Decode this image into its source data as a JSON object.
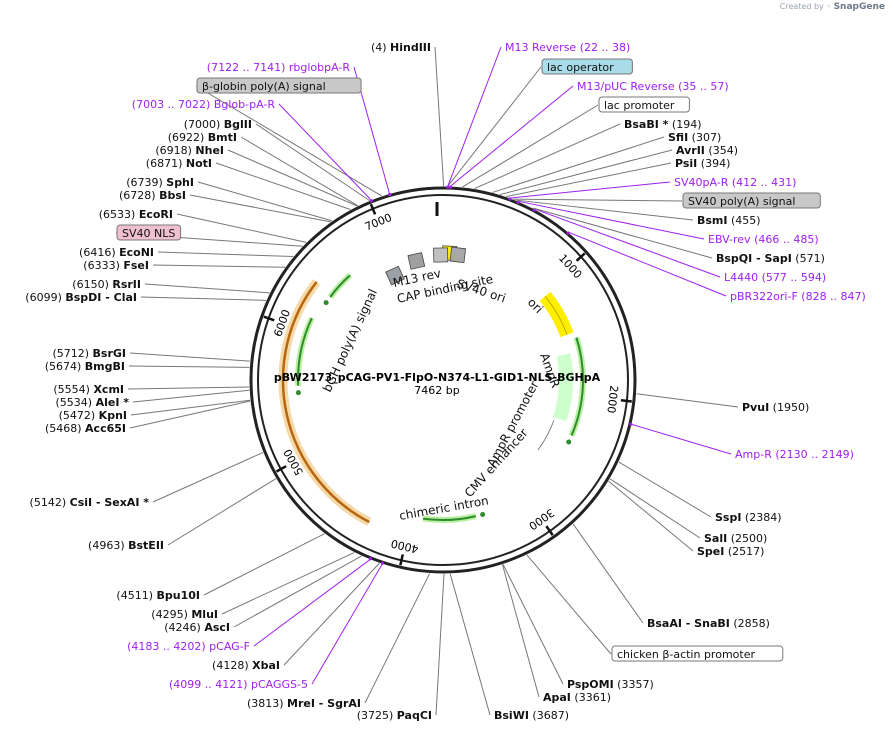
{
  "credit": {
    "prefix": "Created by",
    "brand": "SnapGene"
  },
  "title": "pBW2173_pCAG-PV1-FlpO-N374-L1-GID1-NLS-BGHpA",
  "length": "7462 bp",
  "total_bp": 7462,
  "ticks": [
    "1000",
    "2000",
    "3000",
    "4000",
    "5000",
    "6000",
    "7000"
  ],
  "colors": {
    "primer": "#a020f0",
    "backbone": "#222222",
    "ori": "#ffee00",
    "ampr": "#ccffcc",
    "cds_arrow": "#2e8b2e",
    "label_box_grey": "#c8c8c8",
    "label_box_blue": "#a8dce8",
    "label_box_pink": "#f0c0d0"
  },
  "enzymes": [
    {
      "name": "HindIII",
      "pos": "(4)"
    },
    {
      "name": "BglII",
      "pos": "(7000)"
    },
    {
      "name": "BmtI",
      "pos": "(6922)"
    },
    {
      "name": "NheI",
      "pos": "(6918)"
    },
    {
      "name": "NotI",
      "pos": "(6871)"
    },
    {
      "name": "SphI",
      "pos": "(6739)"
    },
    {
      "name": "BbsI",
      "pos": "(6728)"
    },
    {
      "name": "EcoRI",
      "pos": "(6533)"
    },
    {
      "name": "EcoNI",
      "pos": "(6416)"
    },
    {
      "name": "FseI",
      "pos": "(6333)"
    },
    {
      "name": "RsrII",
      "pos": "(6150)"
    },
    {
      "name": "BspDI - ClaI",
      "pos": "(6099)"
    },
    {
      "name": "BsrGI",
      "pos": "(5712)"
    },
    {
      "name": "BmgBI",
      "pos": "(5674)"
    },
    {
      "name": "XcmI",
      "pos": "(5554)"
    },
    {
      "name": "AleI *",
      "pos": "(5534)"
    },
    {
      "name": "KpnI",
      "pos": "(5472)"
    },
    {
      "name": "Acc65I",
      "pos": "(5468)"
    },
    {
      "name": "CsiI - SexAI *",
      "pos": "(5142)"
    },
    {
      "name": "BstEII",
      "pos": "(4963)"
    },
    {
      "name": "Bpu10I",
      "pos": "(4511)"
    },
    {
      "name": "MluI",
      "pos": "(4295)"
    },
    {
      "name": "AscI",
      "pos": "(4246)"
    },
    {
      "name": "XbaI",
      "pos": "(4128)"
    },
    {
      "name": "MreI - SgrAI",
      "pos": "(3813)"
    },
    {
      "name": "PaqCI",
      "pos": "(3725)"
    },
    {
      "name": "BsiWI",
      "pos": "(3687)"
    },
    {
      "name": "ApaI",
      "pos": "(3361)"
    },
    {
      "name": "PspOMI",
      "pos": "(3357)"
    },
    {
      "name": "BsaAI - SnaBI",
      "pos": "(2858)"
    },
    {
      "name": "SpeI",
      "pos": "(2517)"
    },
    {
      "name": "SalI",
      "pos": "(2500)"
    },
    {
      "name": "SspI",
      "pos": "(2384)"
    },
    {
      "name": "PvuI",
      "pos": "(1950)"
    },
    {
      "name": "BsmI",
      "pos": "(455)"
    },
    {
      "name": "BspQI - SapI",
      "pos": "(571)"
    },
    {
      "name": "PsiI",
      "pos": "(394)"
    },
    {
      "name": "AvrII",
      "pos": "(354)"
    },
    {
      "name": "SfiI",
      "pos": "(307)"
    },
    {
      "name": "BsaBI *",
      "pos": "(194)"
    }
  ],
  "primers": [
    {
      "name": "rbglobpA-R",
      "pos": "(7122 .. 7141)"
    },
    {
      "name": "Bglob-pA-R",
      "pos": "(7003 .. 7022)"
    },
    {
      "name": "M13 Reverse",
      "pos": "(22 .. 38)"
    },
    {
      "name": "M13/pUC Reverse",
      "pos": "(35 .. 57)"
    },
    {
      "name": "SV40pA-R",
      "pos": "(412 .. 431)"
    },
    {
      "name": "EBV-rev",
      "pos": "(466 .. 485)"
    },
    {
      "name": "L4440",
      "pos": "(577 .. 594)"
    },
    {
      "name": "pBR322ori-F",
      "pos": "(828 .. 847)"
    },
    {
      "name": "Amp-R",
      "pos": "(2130 .. 2149)"
    },
    {
      "name": "pCAG-F",
      "pos": "(4183 .. 4202)"
    },
    {
      "name": "pCAGGS-5",
      "pos": "(4099 .. 4121)"
    }
  ],
  "feature_boxes": [
    {
      "name": "β-globin poly(A) signal"
    },
    {
      "name": "lac operator"
    },
    {
      "name": "lac promoter"
    },
    {
      "name": "SV40 poly(A) signal"
    },
    {
      "name": "SV40 NLS"
    },
    {
      "name": "chicken β-actin promoter"
    }
  ],
  "features": [
    {
      "name": "M13 rev"
    },
    {
      "name": "CAP binding site"
    },
    {
      "name": "SV40 ori"
    },
    {
      "name": "ori"
    },
    {
      "name": "AmpR"
    },
    {
      "name": "AmpR promoter"
    },
    {
      "name": "CMV enhancer"
    },
    {
      "name": "chimeric intron"
    },
    {
      "name": "bGH poly(A) signal"
    }
  ]
}
